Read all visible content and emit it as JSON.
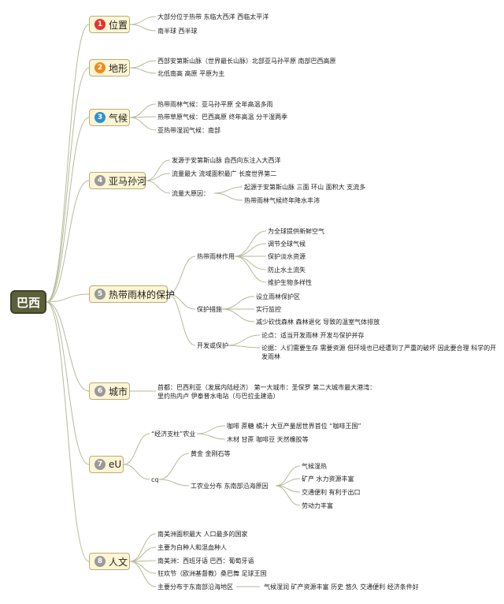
{
  "root": "巴西",
  "colors": {
    "red": "#e8322d",
    "orange": "#f08c1e",
    "blue": "#2d8fd6",
    "gray": "#9a9a9a",
    "line": "#b6ba9a"
  },
  "cats": [
    {
      "num": "1",
      "label": "位置",
      "color": "red"
    },
    {
      "num": "2",
      "label": "地形",
      "color": "orange"
    },
    {
      "num": "3",
      "label": "气候",
      "color": "blue"
    },
    {
      "num": "4",
      "label": "亚马孙河",
      "color": "gray"
    },
    {
      "num": "5",
      "label": "热带雨林的保护",
      "color": "gray"
    },
    {
      "num": "6",
      "label": "城市",
      "color": "gray"
    },
    {
      "num": "7",
      "label": "eU",
      "color": "gray"
    },
    {
      "num": "8",
      "label": "人文",
      "color": "gray"
    }
  ],
  "c1": [
    "大部分位于热带 东临大西洋 西临太平洋",
    "南半球 西半球"
  ],
  "c2": [
    "西部安第斯山脉（世界最长山脉）北部亚马孙平原 南部巴西高原",
    "北低南高 高原 平原为主"
  ],
  "c3": [
    "热带雨林气候：亚马孙平原 全年高温多雨",
    "热带草原气候：巴西高原 终年高温 分干湿两季",
    "亚热带湿润气候：南部"
  ],
  "c4": {
    "items": [
      "发源于安第斯山脉 自西向东注入大西洋",
      "流量最大 流域面积最广 长度世界第二"
    ],
    "reason_label": "流量大原因：",
    "reasons": [
      "起源于安第斯山脉 三面 环山 面积大 支流多",
      "热带雨林气候终年降水丰沛"
    ]
  },
  "c5": {
    "role_label": "热带雨林作用",
    "roles": [
      "为全球提供新鲜空气",
      "调节全球气候",
      "保护淡水资源",
      "防止水土流失",
      "维护生物多样性"
    ],
    "measure_label": "保护措施",
    "measures": [
      "设立雨林保护区",
      "实行监控",
      "减少砍伐森林 森林退化 导致的温室气体排放"
    ],
    "dev_label": "开发或保护",
    "dev": [
      "论点：适当开发雨林 开发与保护并存",
      "论据：人们需要生存 需要资源 但环境也已经遭到了严重的破坏 因此要合理 科学的开发雨林"
    ]
  },
  "c6": [
    "首都：巴西利亚（发展内陆经济） 第一大城市：圣保罗 第二大城市最大港湾：里约热内卢 伊泰普水电站（与巴拉圭建造）"
  ],
  "c7": {
    "agri_label": "“经济支柱”农业",
    "agri": [
      "咖啡 蔗糖 橘汁 大豆产量居世界首位 “咖啡王国”",
      "木材 甘蔗 咖啡豆 天然橡胶等"
    ],
    "cq_label": "cq",
    "minerals": "黄金 金刚石等",
    "ind_label": "工农业分布 东南部沿海原因",
    "ind": [
      "气候湿热",
      "矿产 水力资源丰富",
      "交通便利 有利于出口",
      "劳动力丰富"
    ]
  },
  "c8": {
    "items": [
      "南美洲面积最大 人口最多的国家",
      "主要为白种人和混血种人",
      "南美洲：西班牙语 巴西：葡萄牙语",
      "狂欢节（欧洲基督教）桑巴舞 足球王国",
      "主要分布于东南部沿海地区"
    ],
    "reason": "气候湿润 矿产资源丰富 历史 悠久 交通便利 经济条件好"
  }
}
